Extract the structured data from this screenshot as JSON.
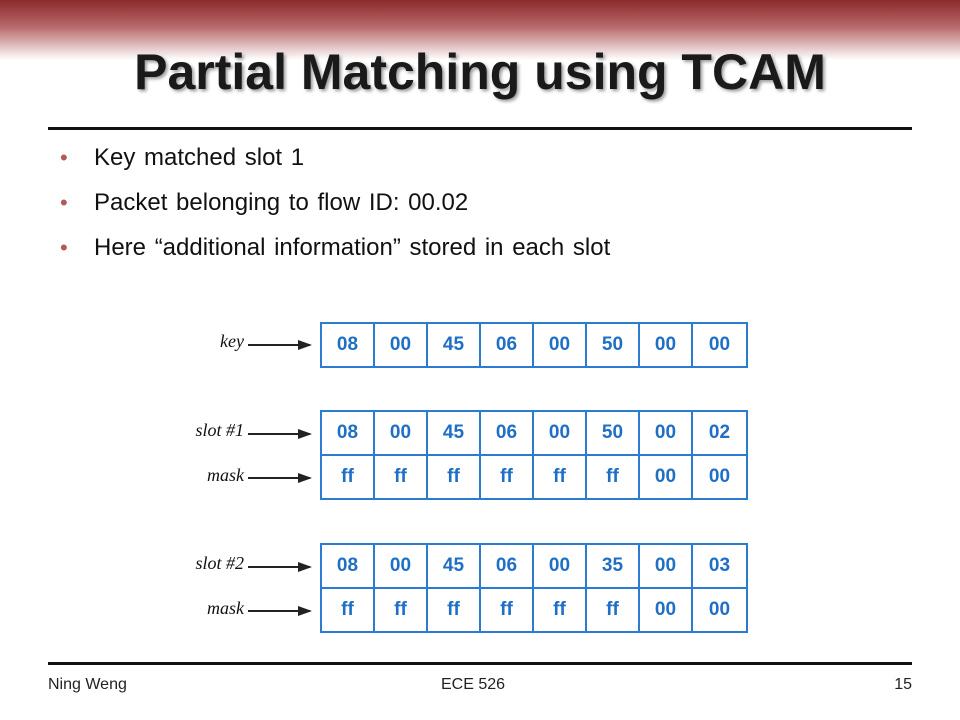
{
  "slide": {
    "title": "Partial Matching using TCAM",
    "bullets": [
      "Key matched slot 1",
      "Packet belonging to flow ID: 00.02",
      "Here “additional information” stored in each slot"
    ]
  },
  "diagram": {
    "rows": [
      {
        "label": "key",
        "cells": [
          "08",
          "00",
          "45",
          "06",
          "00",
          "50",
          "00",
          "00"
        ]
      },
      {
        "label": "slot #1",
        "cells": [
          "08",
          "00",
          "45",
          "06",
          "00",
          "50",
          "00",
          "02"
        ]
      },
      {
        "label": "mask",
        "cells": [
          "ff",
          "ff",
          "ff",
          "ff",
          "ff",
          "ff",
          "00",
          "00"
        ]
      },
      {
        "label": "slot #2",
        "cells": [
          "08",
          "00",
          "45",
          "06",
          "00",
          "35",
          "00",
          "03"
        ]
      },
      {
        "label": "mask",
        "cells": [
          "ff",
          "ff",
          "ff",
          "ff",
          "ff",
          "ff",
          "00",
          "00"
        ]
      }
    ]
  },
  "footer": {
    "author": "Ning Weng",
    "course": "ECE 526",
    "page": "15"
  },
  "colors": {
    "cell_border": "#2b7bd0",
    "cell_text": "#1f6fc4",
    "bullet_dot": "#b05a5a",
    "header_gradient": "#8c2a2d"
  }
}
